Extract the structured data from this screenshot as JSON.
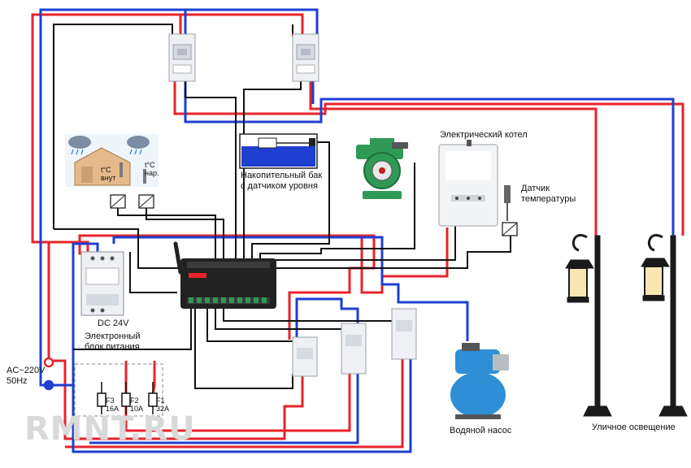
{
  "labels": {
    "tank": [
      "Накопительный бак",
      "с датчиком уровня"
    ],
    "boiler": "Электрический котел",
    "temp_sensor": [
      "Датчик",
      "температуры"
    ],
    "temp_inside": [
      "t°C",
      "внут"
    ],
    "temp_outside": [
      "t°C",
      "нар."
    ],
    "dc24": "DC 24V",
    "psu": [
      "Электронный",
      "блок питания"
    ],
    "ac_input": [
      "AC~220V",
      "50Hz"
    ],
    "fuses": [
      {
        "name": "F3",
        "rating": "16A"
      },
      {
        "name": "F2",
        "rating": "10A"
      },
      {
        "name": "F1",
        "rating": "32A"
      }
    ],
    "pump": "Водяной насос",
    "lighting": "Уличное освещение",
    "watermark": "RMNT.RU"
  },
  "colors": {
    "phase": "#e8232a",
    "neutral": "#1f3fd1",
    "signal": "#111111",
    "pump_body": "#2e9a56",
    "tank_fill": "#1f3fd1",
    "hydro_tank": "#2f8fd6",
    "controller": "#222222"
  }
}
